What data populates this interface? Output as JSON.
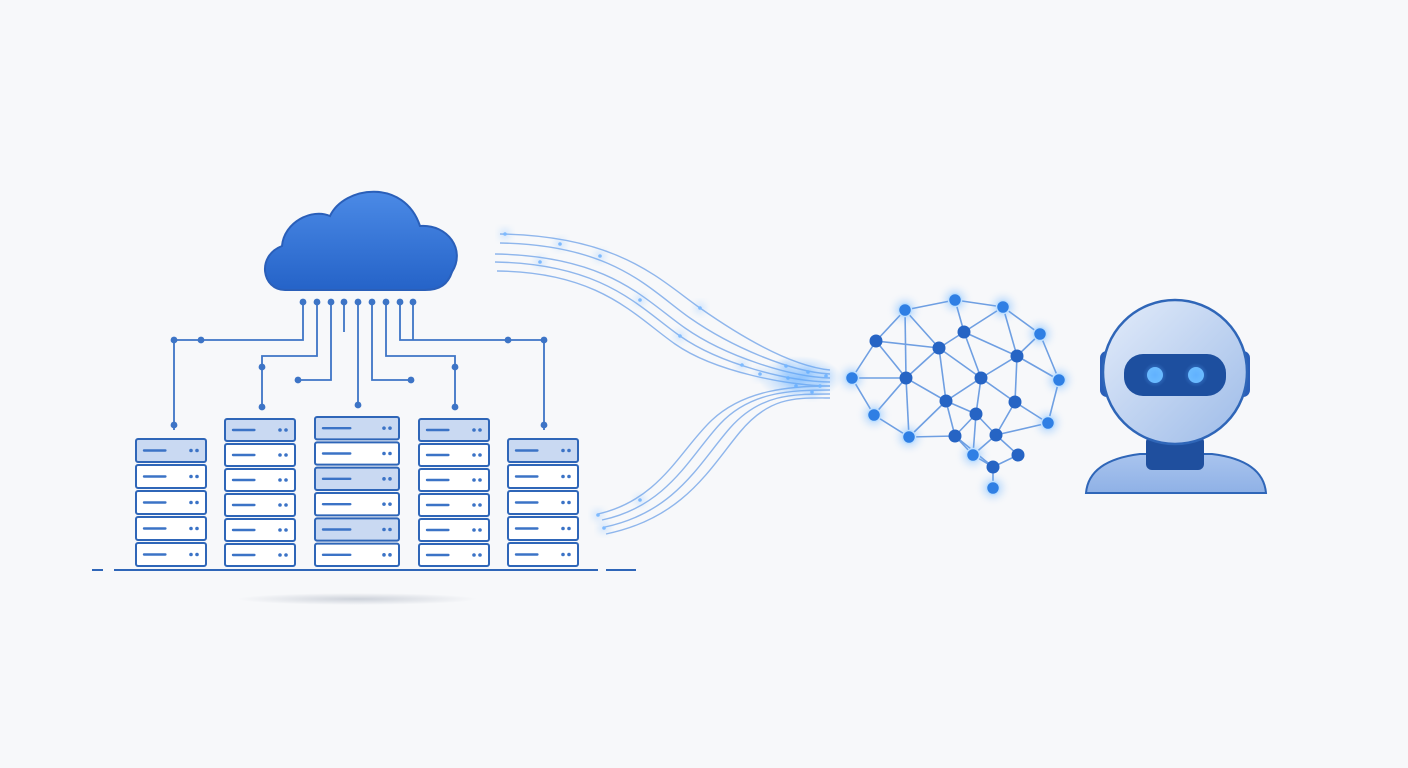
{
  "scene": {
    "components": [
      {
        "name": "cloud",
        "icon": "cloud-icon"
      },
      {
        "name": "server-cluster",
        "icon": "server-rack-icon",
        "racks": 5
      },
      {
        "name": "data-stream",
        "icon": "data-flow-lines"
      },
      {
        "name": "neural-network",
        "icon": "brain-network-icon"
      },
      {
        "name": "robot-avatar",
        "icon": "robot-head-icon"
      }
    ]
  },
  "colors": {
    "background": "#f7f8fa",
    "primary_blue": "#2f6fd6",
    "dark_blue": "#1f4f9e",
    "light_blue": "#c9d9f2",
    "glow": "#5aa9ff",
    "robot_face": "#dbe6f7"
  }
}
